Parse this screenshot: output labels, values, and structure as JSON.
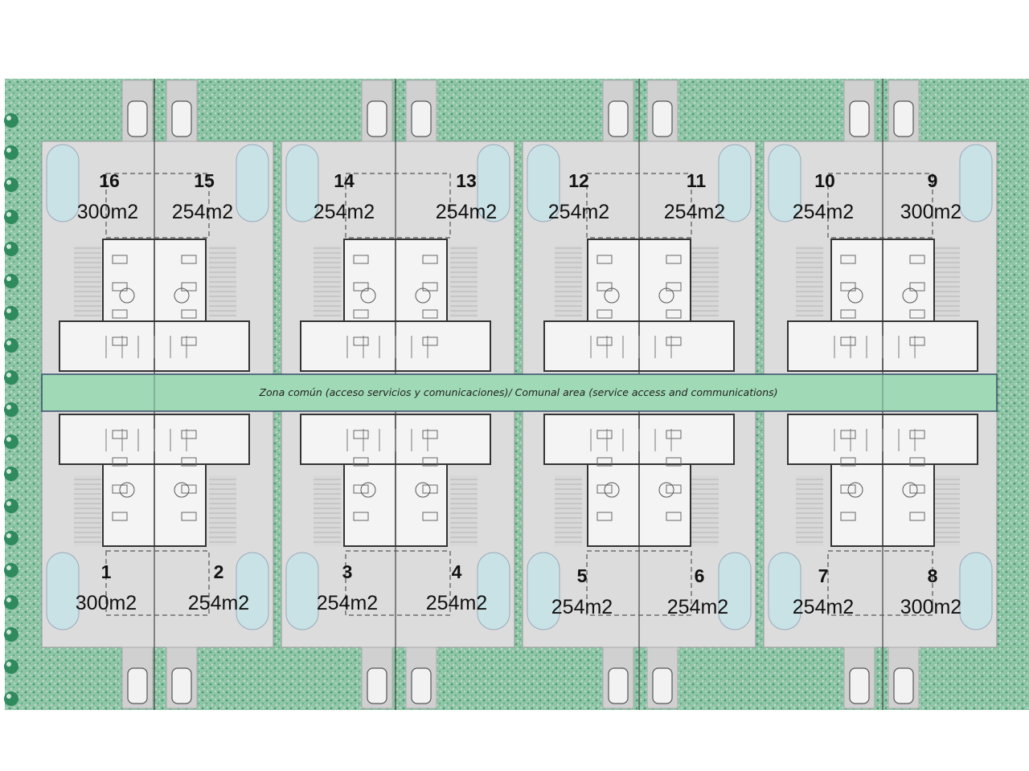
{
  "common_zone": {
    "label": "Zona común (acceso servicios y comunicaciones)/ Comunal area (service access and communications)"
  },
  "lots": [
    {
      "number": "16",
      "area": "300m2"
    },
    {
      "number": "15",
      "area": "254m2"
    },
    {
      "number": "14",
      "area": "254m2"
    },
    {
      "number": "13",
      "area": "254m2"
    },
    {
      "number": "12",
      "area": "254m2"
    },
    {
      "number": "11",
      "area": "254m2"
    },
    {
      "number": "10",
      "area": "254m2"
    },
    {
      "number": "9",
      "area": "300m2"
    },
    {
      "number": "1",
      "area": "300m2"
    },
    {
      "number": "2",
      "area": "254m2"
    },
    {
      "number": "3",
      "area": "254m2"
    },
    {
      "number": "4",
      "area": "254m2"
    },
    {
      "number": "5",
      "area": "254m2"
    },
    {
      "number": "6",
      "area": "254m2"
    },
    {
      "number": "7",
      "area": "254m2"
    },
    {
      "number": "8",
      "area": "300m2"
    }
  ],
  "colors": {
    "vegetation": "#7fb89a",
    "vegetation_dark": "#2f8a5e",
    "plot": "#dcdcdc",
    "common_band": "#9fd9b5",
    "pool": "#c9e2e6",
    "line": "#444444"
  }
}
